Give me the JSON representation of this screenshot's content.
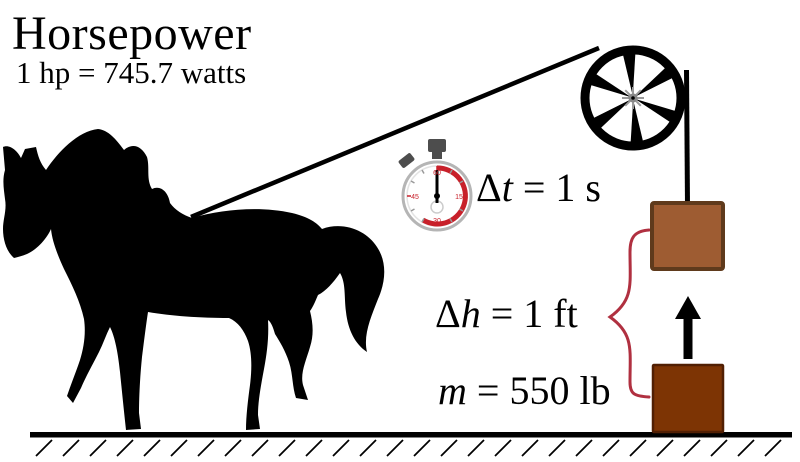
{
  "header": {
    "title": "Horsepower",
    "subtitle": "1 hp = 745.7 watts"
  },
  "labels": {
    "time": {
      "prefix": "Δ",
      "variable": "t",
      "rest": " = 1 s"
    },
    "height": {
      "prefix": "Δ",
      "variable": "h",
      "rest": " = 1 ft"
    },
    "mass": {
      "prefix": "",
      "variable": "m",
      "rest": " = 550 lb"
    }
  },
  "icons": {
    "horse": "horse-silhouette",
    "pulley": "pulley-wheel-icon",
    "stopwatch": "stopwatch-icon",
    "arrow": "up-arrow-icon",
    "brace": "height-brace"
  },
  "colors": {
    "ink": "#000000",
    "upper_box_fill": "#9e5c32",
    "upper_box_border": "#5f3a1c",
    "lower_box_fill": "#7d3404",
    "lower_box_border": "#511f03",
    "brace_red": "#b03040",
    "stopwatch_red": "#c8202a",
    "stopwatch_metal": "#4d4d4d"
  }
}
